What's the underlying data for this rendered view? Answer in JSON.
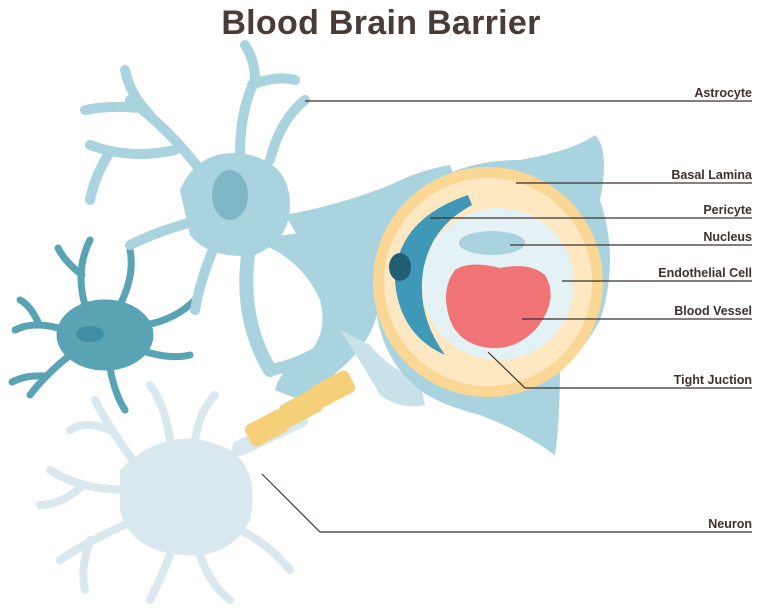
{
  "title": "Blood Brain Barrier",
  "labels": {
    "astrocyte": "Astrocyte",
    "basal_lamina": "Basal Lamina",
    "pericyte": "Pericyte",
    "nucleus": "Nucleus",
    "endothelial_cell": "Endothelial Cell",
    "blood_vessel": "Blood Vessel",
    "tight_junction": "Tight Juction",
    "neuron": "Neuron"
  },
  "colors": {
    "astrocyte": "#a9d3de",
    "astrocyte_nucleus": "#7fb7c6",
    "microglia": "#5aa3b4",
    "neuron": "#d8e8ee",
    "myelin": "#f6cf79",
    "basal_lamina": "#fbd796",
    "endothelial": "#e4f1f5",
    "pericyte": "#3f98b8",
    "blood": "#f07475",
    "text": "#3d3130"
  }
}
